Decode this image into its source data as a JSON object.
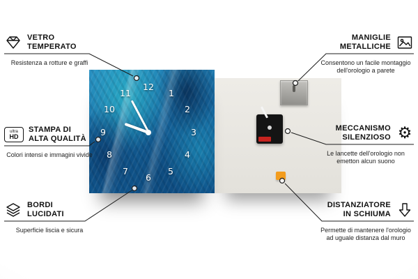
{
  "callouts": {
    "left": [
      {
        "title1": "VETRO",
        "title2": "TEMPERATO",
        "desc": "Resistenza a rotture e graffi"
      },
      {
        "title1": "STAMPA DI",
        "title2": "ALTA QUALITÀ",
        "desc": "Colori intensi e immagini vivide"
      },
      {
        "title1": "BORDI",
        "title2": "LUCIDATI",
        "desc": "Superficie liscia e sicura"
      }
    ],
    "right": [
      {
        "title1": "MANIGLIE",
        "title2": "METALLICHE",
        "desc": "Consentono un facile montaggio dell'orologio a parete"
      },
      {
        "title1": "MECCANISMO",
        "title2": "SILENZIOSO",
        "desc": "Le lancette dell'orologio non emetton alcun suono"
      },
      {
        "title1": "DISTANZIATORE",
        "title2": "IN SCHIUMA",
        "desc": "Permette di mantenere l'orologio ad uguale distanza dal muro"
      }
    ]
  },
  "icons": {
    "gear_glyph": "⚙",
    "ultra_hd_top": "ultra",
    "ultra_hd_bottom": "HD"
  },
  "clock": {
    "numbers": [
      "12",
      "1",
      "2",
      "3",
      "4",
      "5",
      "6",
      "7",
      "8",
      "9",
      "10",
      "11"
    ]
  },
  "colors": {
    "accent_blue": "#1668a0",
    "foam_orange": "#f39c1d",
    "battery_red": "#c6231f"
  }
}
